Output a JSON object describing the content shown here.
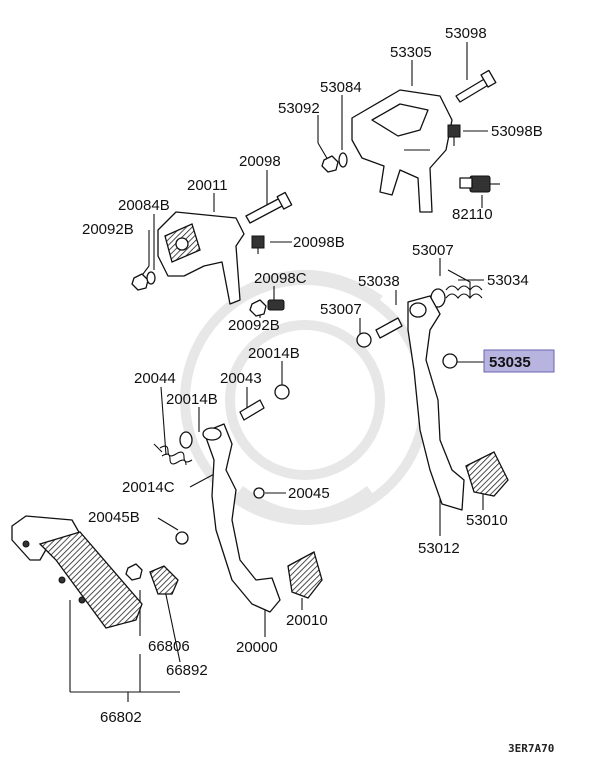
{
  "labels": {
    "l53098": "53098",
    "l53305": "53305",
    "l53084": "53084",
    "l53092": "53092",
    "l53098B": "53098B",
    "l82110": "82110",
    "l20098": "20098",
    "l20011": "20011",
    "l20084B": "20084B",
    "l20092B_top": "20092B",
    "l20098B": "20098B",
    "l20098C": "20098C",
    "l20092B_low": "20092B",
    "l53007_top": "53007",
    "l53038": "53038",
    "l53034": "53034",
    "l53007_mid": "53007",
    "l53035": "53035",
    "l20014B_top": "20014B",
    "l20044": "20044",
    "l20043": "20043",
    "l20014B_mid": "20014B",
    "l20014C": "20014C",
    "l20045": "20045",
    "l20045B": "20045B",
    "l53010": "53010",
    "l53012": "53012",
    "l20010": "20010",
    "l20000": "20000",
    "l66806": "66806",
    "l66892": "66892",
    "l66802": "66802"
  },
  "highlight": {
    "part": "53035",
    "color": "#b8b4e0",
    "border": "#6a64b0"
  },
  "diagram_code": "3ER7A70"
}
